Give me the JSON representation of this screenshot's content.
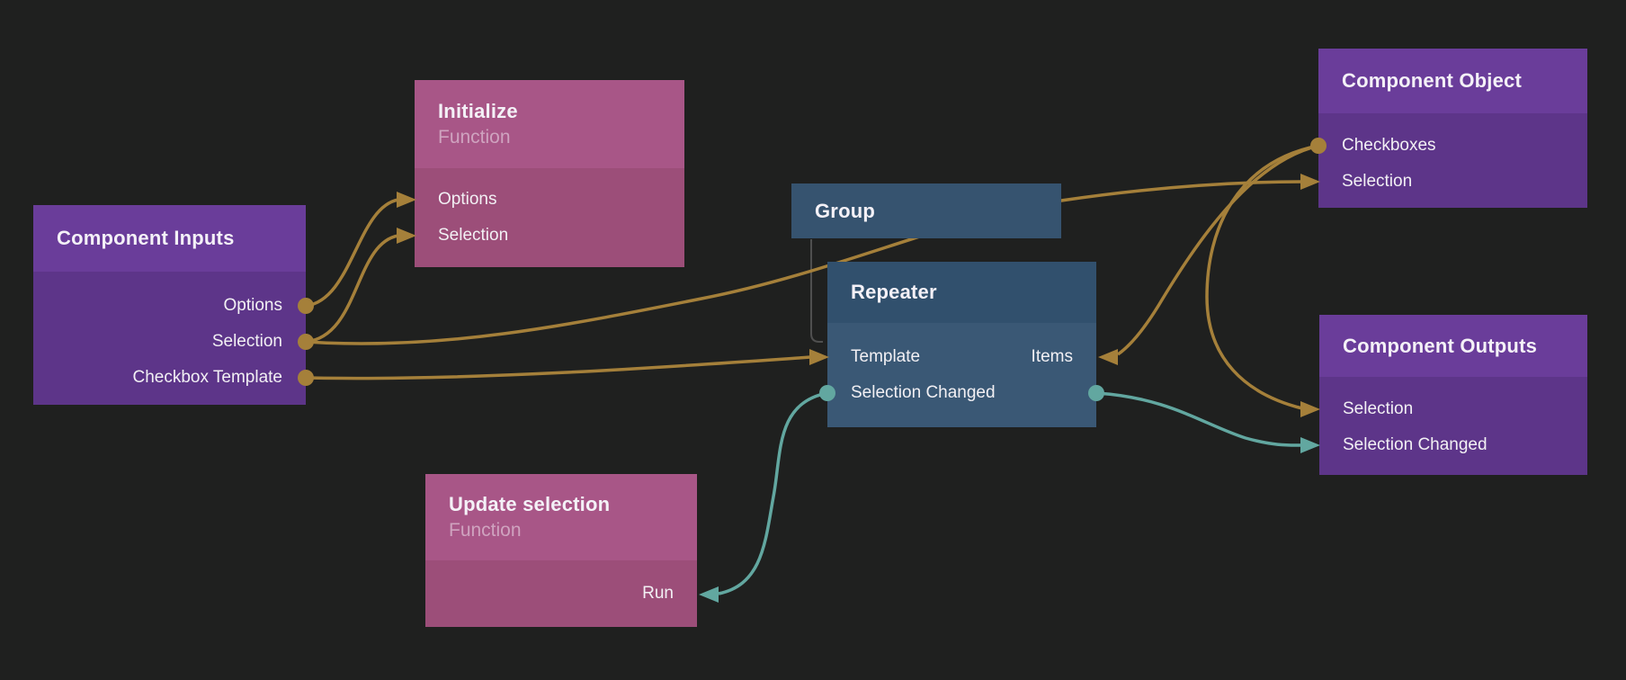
{
  "app": {
    "name": "visual-node-editor-canvas",
    "background_color": "#1f201f"
  },
  "colors": {
    "data_wire_gold": "#a5803a",
    "signal_wire_teal": "#62a7a0",
    "parent_link_gray": "#4f4f4f",
    "purple_node_header": "#6a3d9a",
    "purple_node_body": "#5d3589",
    "magenta_node_header": "#a85687",
    "magenta_node_body": "#9c4e79",
    "blue_node_header": "#31506d",
    "blue_node_body": "#3a5875",
    "group_node_fill": "#36536f"
  },
  "nodes": {
    "component_inputs": {
      "title": "Component Inputs",
      "ports": {
        "options": "Options",
        "selection": "Selection",
        "checkbox_template": "Checkbox Template"
      }
    },
    "initialize": {
      "title": "Initialize",
      "subtitle": "Function",
      "ports": {
        "options": "Options",
        "selection": "Selection"
      }
    },
    "group": {
      "title": "Group"
    },
    "repeater": {
      "title": "Repeater",
      "ports": {
        "template": "Template",
        "items": "Items",
        "selection_changed": "Selection Changed"
      }
    },
    "update_selection": {
      "title": "Update selection",
      "subtitle": "Function",
      "ports": {
        "run": "Run"
      }
    },
    "component_object": {
      "title": "Component Object",
      "ports": {
        "checkboxes": "Checkboxes",
        "selection": "Selection"
      }
    },
    "component_outputs": {
      "title": "Component Outputs",
      "ports": {
        "selection": "Selection",
        "selection_changed": "Selection Changed"
      }
    }
  },
  "connections": [
    {
      "from": "component_inputs.options",
      "to": "initialize.options",
      "color": "gold"
    },
    {
      "from": "component_inputs.selection",
      "to": "initialize.selection",
      "color": "gold"
    },
    {
      "from": "component_inputs.selection",
      "to": "component_object.selection",
      "color": "gold"
    },
    {
      "from": "component_inputs.checkbox_template",
      "to": "repeater.template",
      "color": "gold"
    },
    {
      "from": "component_object.checkboxes",
      "to": "repeater.items",
      "color": "gold"
    },
    {
      "from": "component_object.checkboxes",
      "to": "component_outputs.selection",
      "color": "gold"
    },
    {
      "from": "repeater.selection_changed",
      "to": "update_selection.run",
      "color": "teal"
    },
    {
      "from": "repeater.selection_changed",
      "to": "component_outputs.selection_changed",
      "color": "teal"
    },
    {
      "from": "group",
      "to": "repeater",
      "color": "gray",
      "type": "parent_child"
    }
  ]
}
